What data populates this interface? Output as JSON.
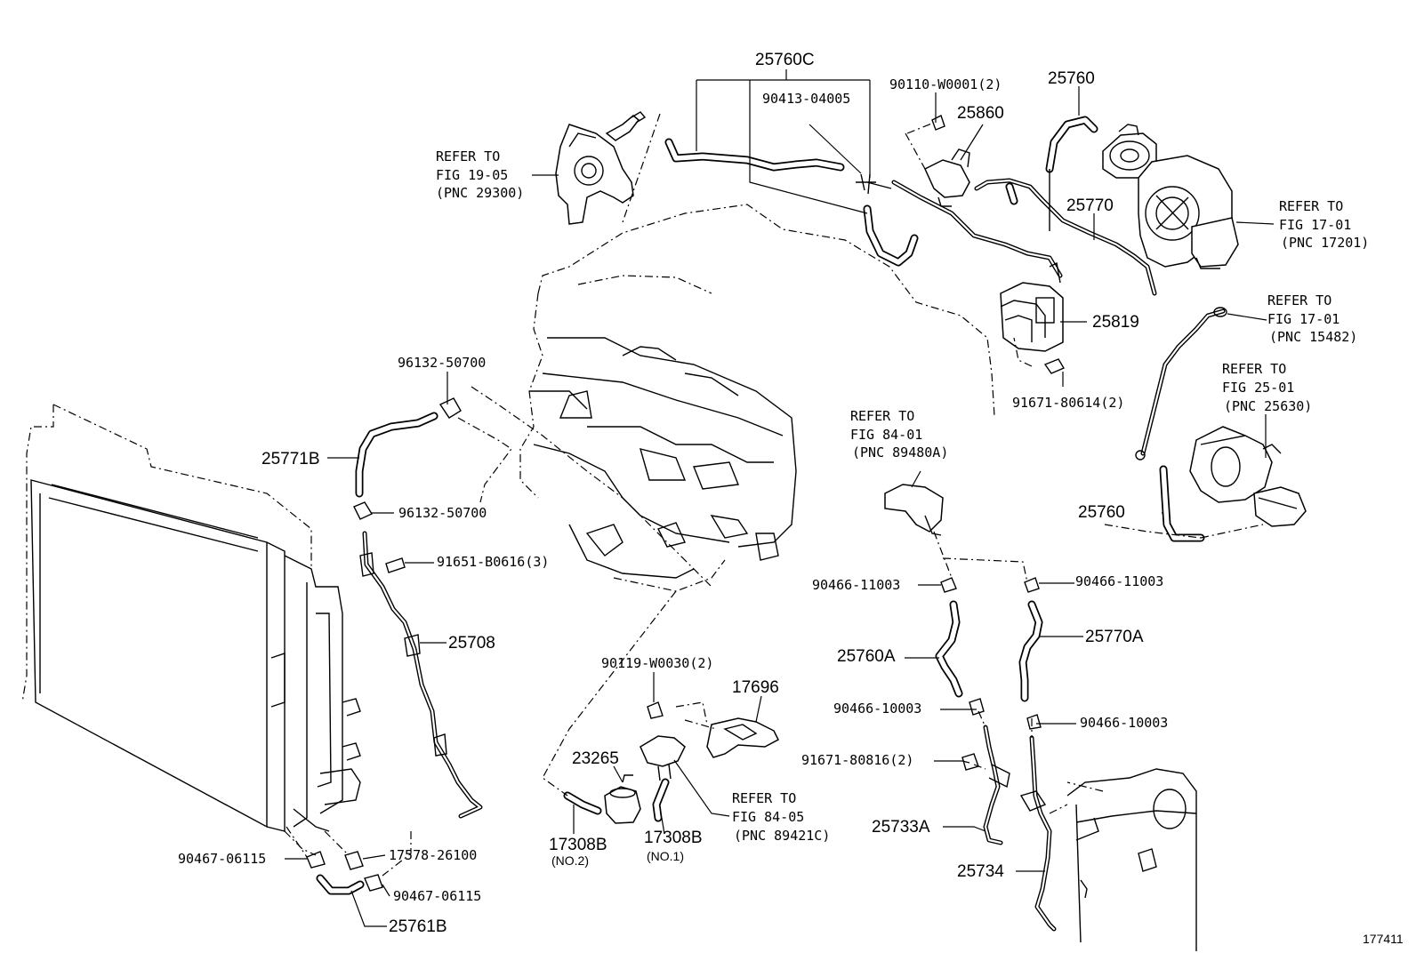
{
  "diagram": {
    "figure_number": "177411",
    "labels": {
      "p25760C": "25760C",
      "p90413_04005": "90413-04005",
      "p90110_W0001": "90110-W0001(2)",
      "p25860": "25860",
      "p25760_top": "25760",
      "p25770": "25770",
      "p25819": "25819",
      "p91671_80614": "91671-80614(2)",
      "p96132_top": "96132-50700",
      "p25771B": "25771B",
      "p96132_bottom": "96132-50700",
      "p91651_B0616": "91651-B0616(3)",
      "p25708": "25708",
      "p90119_W0030": "90119-W0030(2)",
      "p17696": "17696",
      "p23265": "23265",
      "p17308B_no2": "17308B",
      "p17308B_no2_sub": "(NO.2)",
      "p17308B_no1": "17308B",
      "p17308B_no1_sub": "(NO.1)",
      "p90467_left": "90467-06115",
      "p17578_26100": "17578-26100",
      "p90467_right": "90467-06115",
      "p25761B": "25761B",
      "p90466_11003_left": "90466-11003",
      "p90466_11003_right": "90466-11003",
      "p25760A": "25760A",
      "p25770A": "25770A",
      "p90466_10003_left": "90466-10003",
      "p90466_10003_right": "90466-10003",
      "p91671_80816": "91671-80816(2)",
      "p25733A": "25733A",
      "p25734": "25734",
      "p25760_right": "25760"
    },
    "references": {
      "fig19_05": {
        "line1": "REFER TO",
        "line2": "FIG 19-05",
        "line3": "(PNC 29300)"
      },
      "fig17_01_a": {
        "line1": "REFER TO",
        "line2": "FIG 17-01",
        "line3": "(PNC 17201)"
      },
      "fig17_01_b": {
        "line1": "REFER TO",
        "line2": "FIG 17-01",
        "line3": "(PNC 15482)"
      },
      "fig25_01": {
        "line1": "REFER TO",
        "line2": "FIG 25-01",
        "line3": "(PNC 25630)"
      },
      "fig84_01": {
        "line1": "REFER TO",
        "line2": "FIG 84-01",
        "line3": "(PNC 89480A)"
      },
      "fig84_05": {
        "line1": "REFER TO",
        "line2": "FIG 84-05",
        "line3": "(PNC 89421C)"
      }
    }
  }
}
